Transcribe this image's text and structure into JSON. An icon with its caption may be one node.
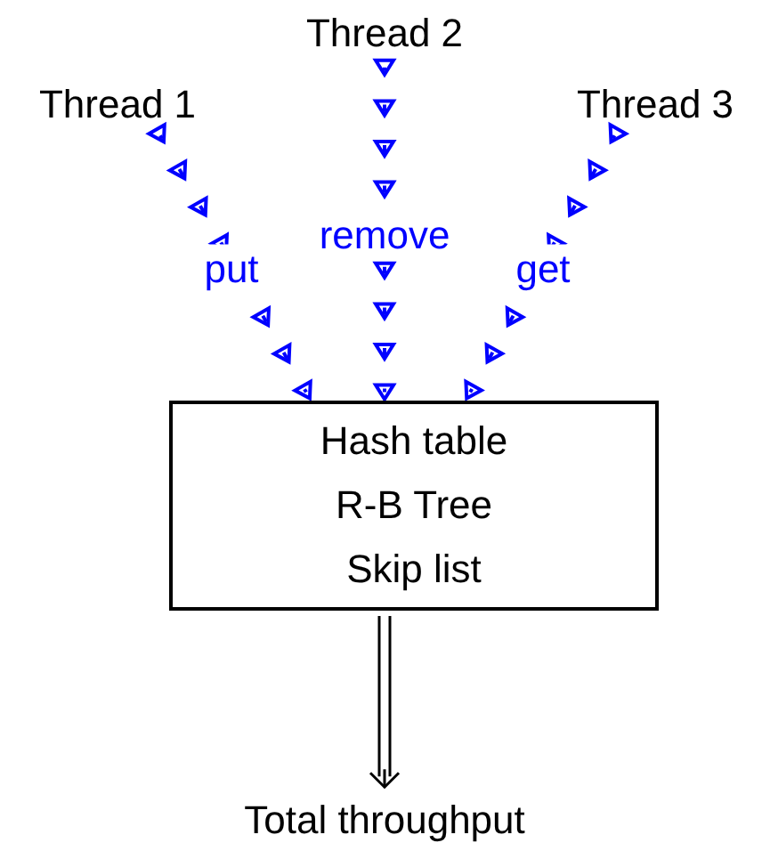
{
  "diagram": {
    "nodes": [
      {
        "text": [
          "Thread 2"
        ]
      },
      {
        "text": [
          "Thread 1"
        ]
      },
      {
        "text": [
          "Thread 3"
        ]
      },
      {
        "text": [
          "Hash table",
          "R-B Tree",
          "Skip list"
        ]
      },
      {
        "text": [
          "Total throughput"
        ]
      }
    ],
    "edges": [
      {
        "from": 1,
        "to": 3,
        "arrow": "to",
        "label": "put",
        "style": "dashed",
        "color": "#0000ff"
      },
      {
        "from": 0,
        "to": 3,
        "arrow": "to",
        "label": "remove",
        "style": "dashed",
        "color": "#0000ff"
      },
      {
        "from": 2,
        "to": 3,
        "arrow": "to",
        "label": "get",
        "style": "dashed",
        "color": "#0000ff"
      },
      {
        "from": 3,
        "to": 4,
        "arrow": "to",
        "color": "#000000"
      }
    ]
  }
}
